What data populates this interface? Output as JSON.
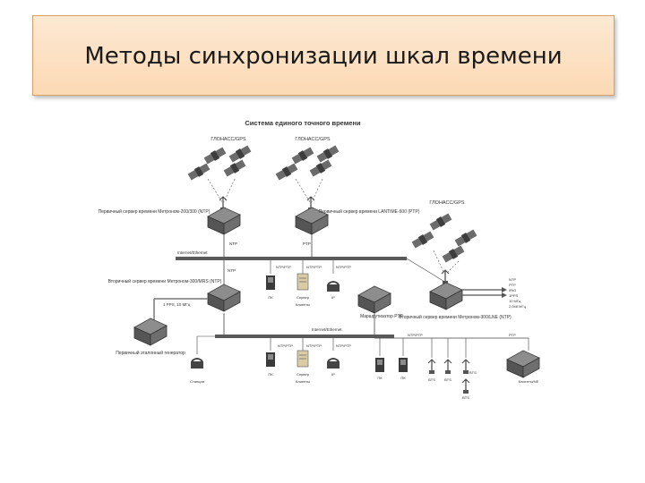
{
  "title": "Методы синхронизации шкал времени",
  "diagram": {
    "heading": "Система единого точного времени",
    "glonass": [
      "ГЛОНАСС/GPS",
      "ГЛОНАСС/GPS",
      "ГЛОНАСС/GPS"
    ],
    "server1": "Первичный сервер времени Метроном-200/300 (NTP)",
    "server2": "Первичный сервер времени LANTIME-600 (PTP)",
    "server3": "Вторичный сервер времени Метроном-300/МRS (NTP)",
    "server4": "Вторичный сервер времени Метроном-300/LNE (NTP)",
    "router": "Маршрутизатор PTP",
    "generator": "Первичный эталонный генератор",
    "net1": "Internet/Ethernet",
    "net2": "Internet/Ethernet",
    "ntp": "NTP",
    "ptp": "PTP",
    "e1": "1 PPS, 10 МГц",
    "proto1": "NTP/PTP",
    "proto2": "NTP/PTP",
    "proto3": "NTP/PTP",
    "proto4": "NTP/PTP",
    "proto5": "NTP/PTP",
    "proto6": "NTP/PTP",
    "proto7": "NTP/PTP",
    "dev_pc": "ПК",
    "dev_srv": "Сервер",
    "dev_ip": "ІР",
    "clients": "Клиенты",
    "station": "Станции",
    "bts": "BTS",
    "far": "Клиенты/NE",
    "outputs": [
      "NTP",
      "PTP",
      "IRIG",
      "1PPS",
      "10 МГц",
      "2,048 МГц"
    ]
  }
}
